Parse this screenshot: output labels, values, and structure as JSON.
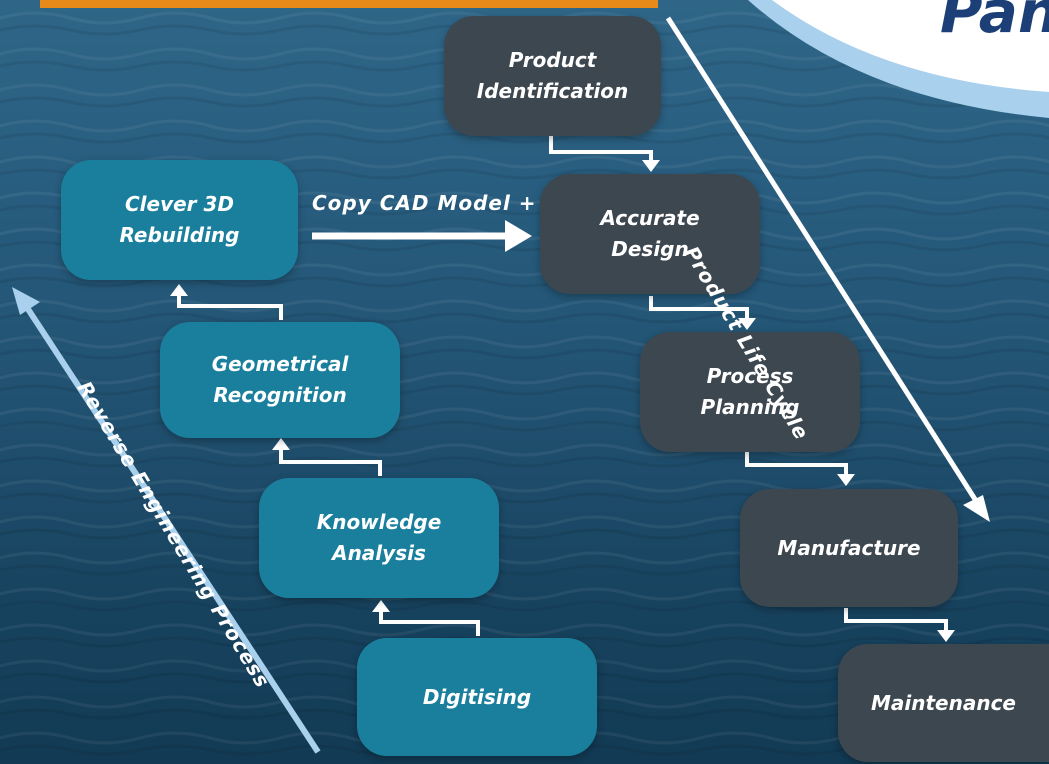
{
  "brand_partial": "Pan",
  "reverse_engineering": {
    "label": "Reverse Engineering Process",
    "steps": [
      {
        "text": "Clever 3D\nRebuilding"
      },
      {
        "text": "Geometrical\nRecognition"
      },
      {
        "text": "Knowledge\nAnalysis"
      },
      {
        "text": "Digitising"
      }
    ]
  },
  "product_life_cycle": {
    "label": "Product Life Cycle",
    "steps": [
      {
        "text": "Product\nIdentification"
      },
      {
        "text": "Accurate\nDesign"
      },
      {
        "text": "Process\nPlanning"
      },
      {
        "text": "Manufacture"
      },
      {
        "text": "Maintenance"
      }
    ]
  },
  "link_label": "Copy CAD Model +",
  "colors": {
    "reverse_node": "#1a7f9d",
    "lifecycle_node": "#3d474f",
    "banner": "#e88a1a",
    "arrow_long_reverse": "#a9d0ec",
    "arrow": "#ffffff",
    "background": "#285d7f"
  }
}
